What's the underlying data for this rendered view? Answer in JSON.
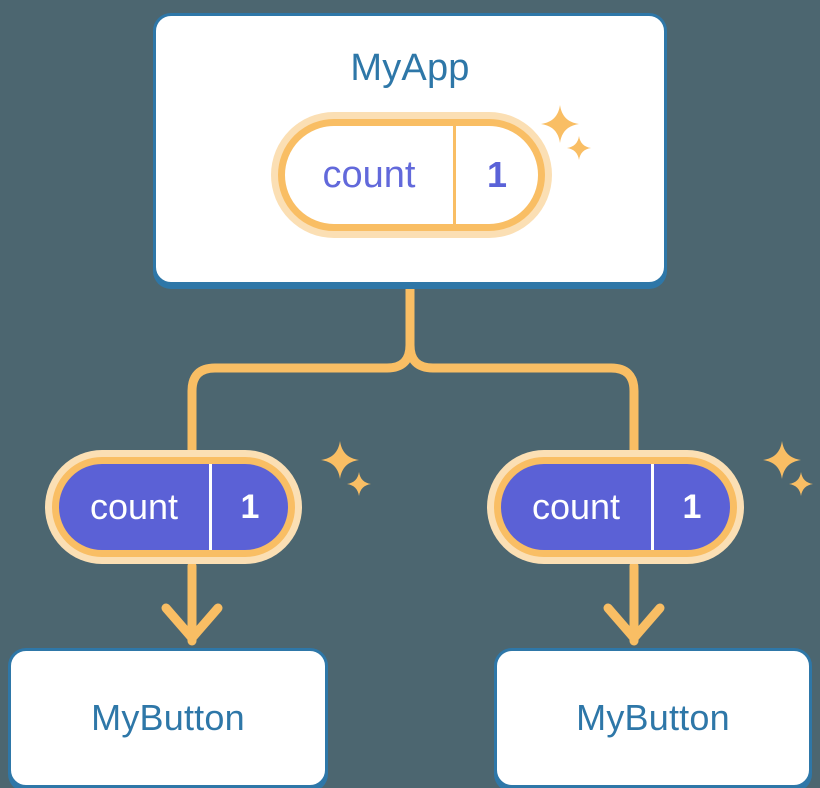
{
  "diagram": {
    "type": "component-state-tree",
    "background_color": "#4c6670",
    "palette": {
      "card_border": "#2e77a8",
      "card_fill": "#ffffff",
      "title_text": "#2e77a8",
      "pill_ring_outer": "#fbdfb4",
      "pill_ring_inner": "#f9be64",
      "pill_solid_fill": "#5b61d6",
      "pill_light_key_text": "#6269db",
      "pill_light_value_text": "#5a62d8",
      "pill_solid_text": "#ffffff",
      "connector": "#f9be64"
    }
  },
  "root": {
    "title": "MyApp",
    "state": {
      "key": "count",
      "value": "1",
      "style": "outlined"
    }
  },
  "children": [
    {
      "id": "left",
      "title": "MyButton",
      "state": {
        "key": "count",
        "value": "1",
        "style": "filled"
      }
    },
    {
      "id": "right",
      "title": "MyButton",
      "state": {
        "key": "count",
        "value": "1",
        "style": "filled"
      }
    }
  ],
  "icons": {
    "sparkle_large": "sparkle-four-point-icon",
    "sparkle_small": "sparkle-four-point-small-icon",
    "arrow_down": "arrow-down-icon",
    "branch": "tree-branch-connector-icon"
  }
}
